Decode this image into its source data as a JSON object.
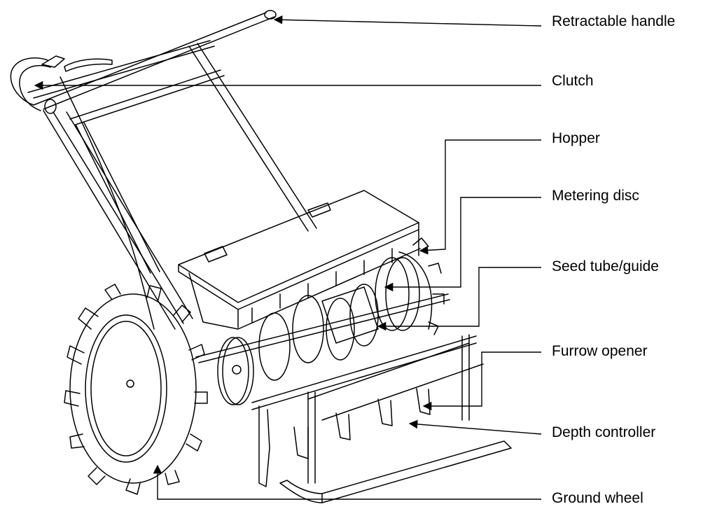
{
  "labels": {
    "retractable_handle": "Retractable handle",
    "clutch": "Clutch",
    "hopper": "Hopper",
    "metering_disc": "Metering disc",
    "seed_tube": "Seed tube/guide",
    "furrow_opener": "Furrow opener",
    "depth_controller": "Depth controller",
    "ground_wheel": "Ground wheel"
  },
  "colors": {
    "ink": "#000000",
    "background": "#ffffff"
  }
}
